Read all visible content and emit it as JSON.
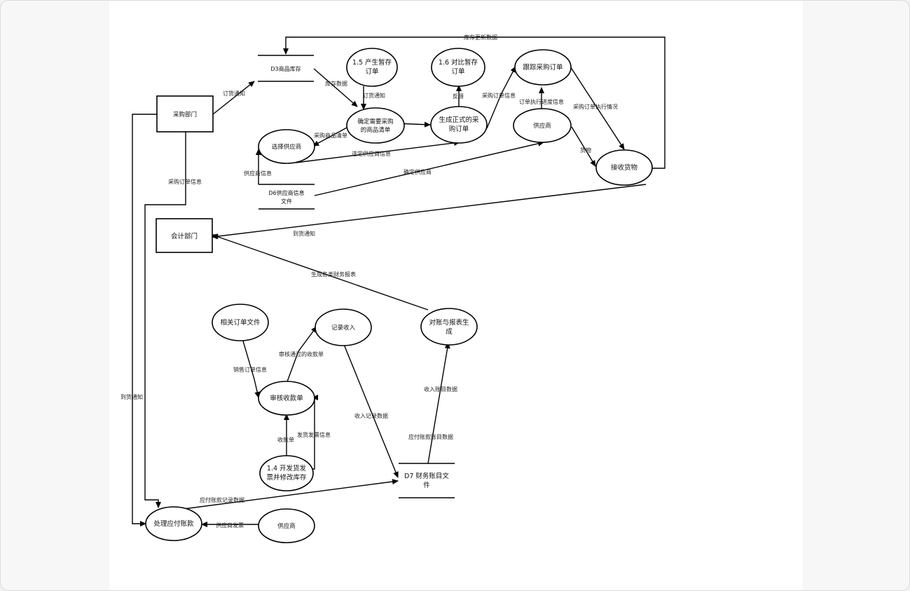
{
  "nodes": {
    "caigou_bumen": "采购部门",
    "kuaiji_bumen": "会计部门",
    "d3": "D3商品库存",
    "p15_l1": "1.5 产生暂存",
    "p15_l2": "订单",
    "p16_l1": "1.6 对比暂存",
    "p16_l2": "订单",
    "gen_zb": "跟踪采购订单",
    "queding_l1": "确定需要采购",
    "queding_l2": "的商品清单",
    "shengcheng_l1": "生成正式的采",
    "shengcheng_l2": "购订单",
    "xuanze": "选择供应商",
    "gongyingshang_top": "供应商",
    "jieshou": "接收货物",
    "d6_l1": "D6供应商信息",
    "d6_l2": "文件",
    "xiangguan": "相关订单文件",
    "jilu": "记录收入",
    "duizhang_l1": "对账与报表生",
    "duizhang_l2": "成",
    "shenhe": "审核收款单",
    "p14_l1": "1.4 开发货发",
    "p14_l2": "票并修改库存",
    "d7_l1": "D7 财务账目文",
    "d7_l2": "件",
    "chuli": "处理应付账款",
    "gongyingshang_bottom": "供应商"
  },
  "edges": {
    "kucun_gengxin": "库存更新数据",
    "dinghuo_tongzhi_1": "订货通知",
    "kucun_shuju": "库存数据",
    "dinghuo_tongzhi_2": "订货通知",
    "fankui": "反馈",
    "caigou_dingdan_xinxi_1": "采购订单信息",
    "dingdan_jindu": "订单执行进度信息",
    "caigou_zhixing": "采购订单执行情况",
    "caigou_shangpin": "采购商品清单",
    "xuanding": "选定供应商信息",
    "huowu": "货物",
    "gongyingshang_xinxi": "供应商信息",
    "queding_gys": "确定供应商",
    "caigou_dingdan_xinxi_2": "采购订单信息",
    "daohuo_tongzhi_1": "到货通知",
    "shengcheng_baobiao": "生成各类财务报表",
    "shenhe_tongguo": "审核通过的收款单",
    "xiaoshou_dingdan": "销售订单信息",
    "shouru_jilu": "收入记录数据",
    "shouru_zhangmu": "收入账目数据",
    "yingfu_zhangmu": "应付账款账目数据",
    "shoukuandan": "收款单",
    "fahuo_fapiao": "发货发票信息",
    "yingfu_jilu": "应付账款记录数据",
    "gys_fapiao": "供应商发票",
    "daohuo_tongzhi_2": "到货通知"
  }
}
